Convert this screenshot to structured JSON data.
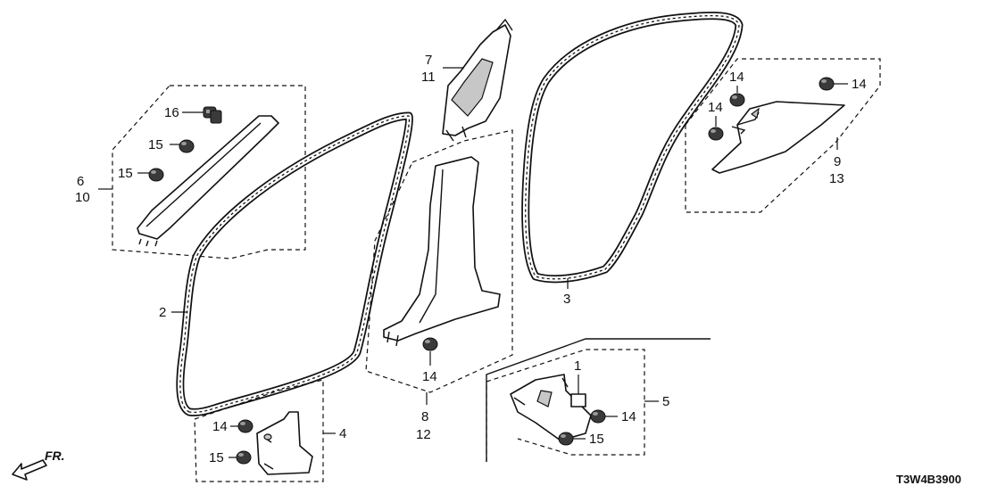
{
  "diagram_code": "T3W4B3900",
  "front_marker": {
    "label": "FR."
  },
  "callouts": {
    "p1": "1",
    "p2": "2",
    "p3": "3",
    "p4": "4",
    "p5": "5",
    "p6": "6",
    "p10": "10",
    "p7": "7",
    "p11": "11",
    "p8": "8",
    "p12": "12",
    "p9": "9",
    "p13": "13",
    "p14": "14",
    "p15": "15",
    "p16": "16"
  },
  "colors": {
    "line": "#111111",
    "shade": "#c7c7c7",
    "background": "#ffffff"
  }
}
